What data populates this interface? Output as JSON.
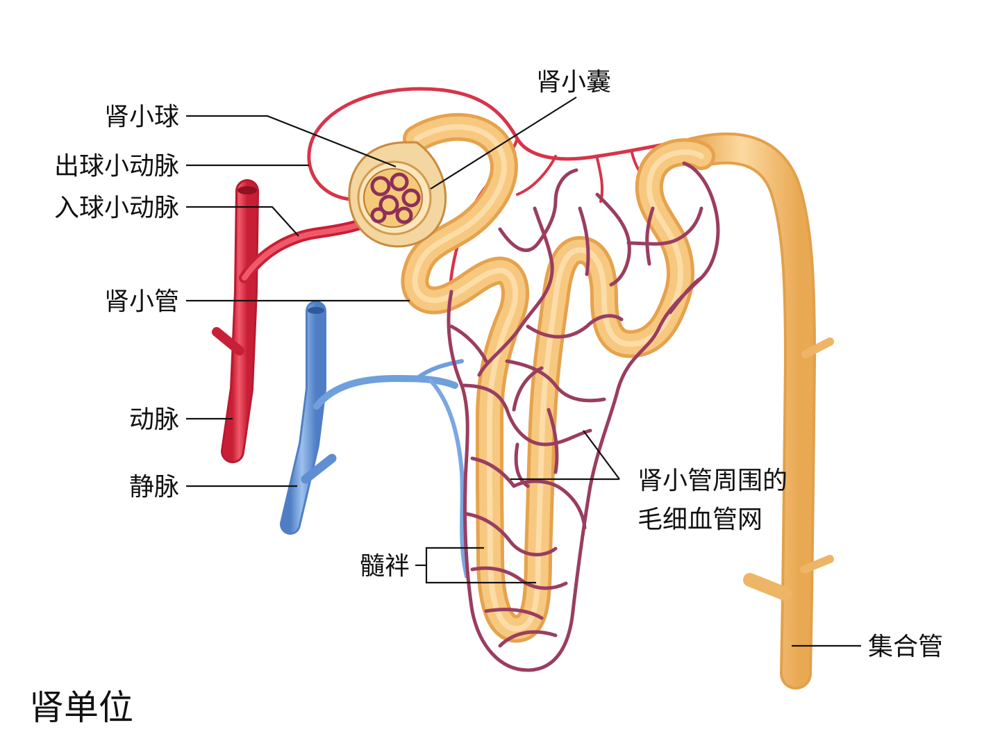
{
  "title": "肾单位",
  "labels": {
    "glomerulus": "肾小球",
    "efferent_arteriole": "出球小动脉",
    "afferent_arteriole": "入球小动脉",
    "renal_tubule": "肾小管",
    "artery": "动脉",
    "vein": "静脉",
    "capsule": "肾小囊",
    "capillary_network_line1": "肾小管周围的",
    "capillary_network_line2": "毛细血管网",
    "loop_of_henle": "髓袢",
    "collecting_duct": "集合管"
  },
  "colors": {
    "artery": "#e8384e",
    "vein": "#6f9fdc",
    "tubule": "#f5c47a",
    "capillary": "#9a3d60",
    "capsule": "#f1d39c"
  }
}
